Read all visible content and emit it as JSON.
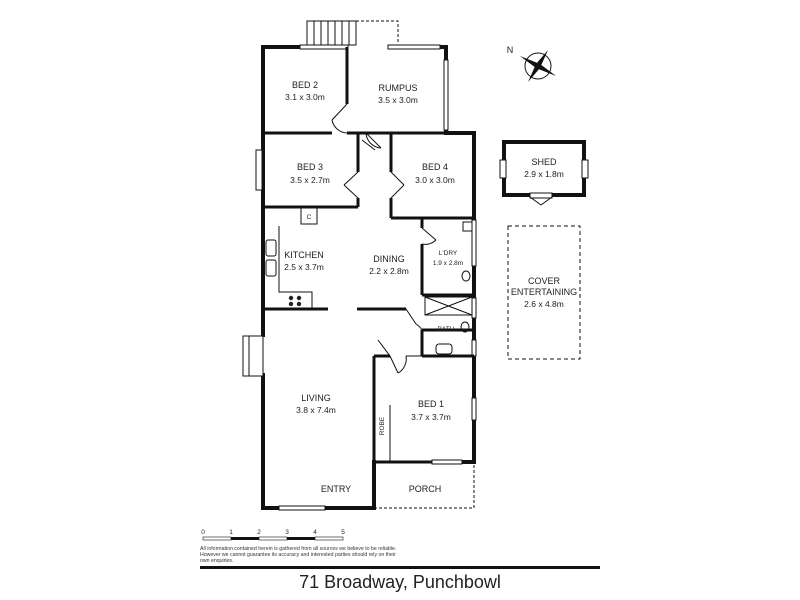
{
  "rooms": {
    "bed2": {
      "name": "BED 2",
      "size": "3.1 x 3.0m"
    },
    "rumpus": {
      "name": "RUMPUS",
      "size": "3.5 x 3.0m"
    },
    "bed3": {
      "name": "BED 3",
      "size": "3.5 x 2.7m"
    },
    "bed4": {
      "name": "BED 4",
      "size": "3.0 x 3.0m"
    },
    "kitchen": {
      "name": "KITCHEN",
      "size": "2.5 x 3.7m"
    },
    "dining": {
      "name": "DINING",
      "size": "2.2 x 2.8m"
    },
    "laundry": {
      "name": "L'DRY",
      "size": "1.9 x 2.8m"
    },
    "bath": {
      "name": "BATH"
    },
    "living": {
      "name": "LIVING",
      "size": "3.8 x 7.4m"
    },
    "bed1": {
      "name": "BED 1",
      "size": "3.7 x 3.7m"
    },
    "robe": {
      "name": "ROBE"
    },
    "entry": {
      "name": "ENTRY"
    },
    "porch": {
      "name": "PORCH"
    },
    "cupboard": {
      "name": "C"
    },
    "shed": {
      "name": "SHED",
      "size": "2.9 x 1.8m"
    },
    "cover": {
      "name": "COVER",
      "name2": "ENTERTAINING",
      "size": "2.6 x 4.8m"
    }
  },
  "compass": {
    "label": "N"
  },
  "scale": {
    "ticks": [
      "0",
      "1",
      "2",
      "3",
      "4",
      "5"
    ]
  },
  "disclaimer": "All information contained herein is gathered from all sources we believe to be reliable. However we cannot guarantee its accuracy and interested parties should rely on their own enquiries.",
  "address": "71 Broadway, Punchbowl"
}
